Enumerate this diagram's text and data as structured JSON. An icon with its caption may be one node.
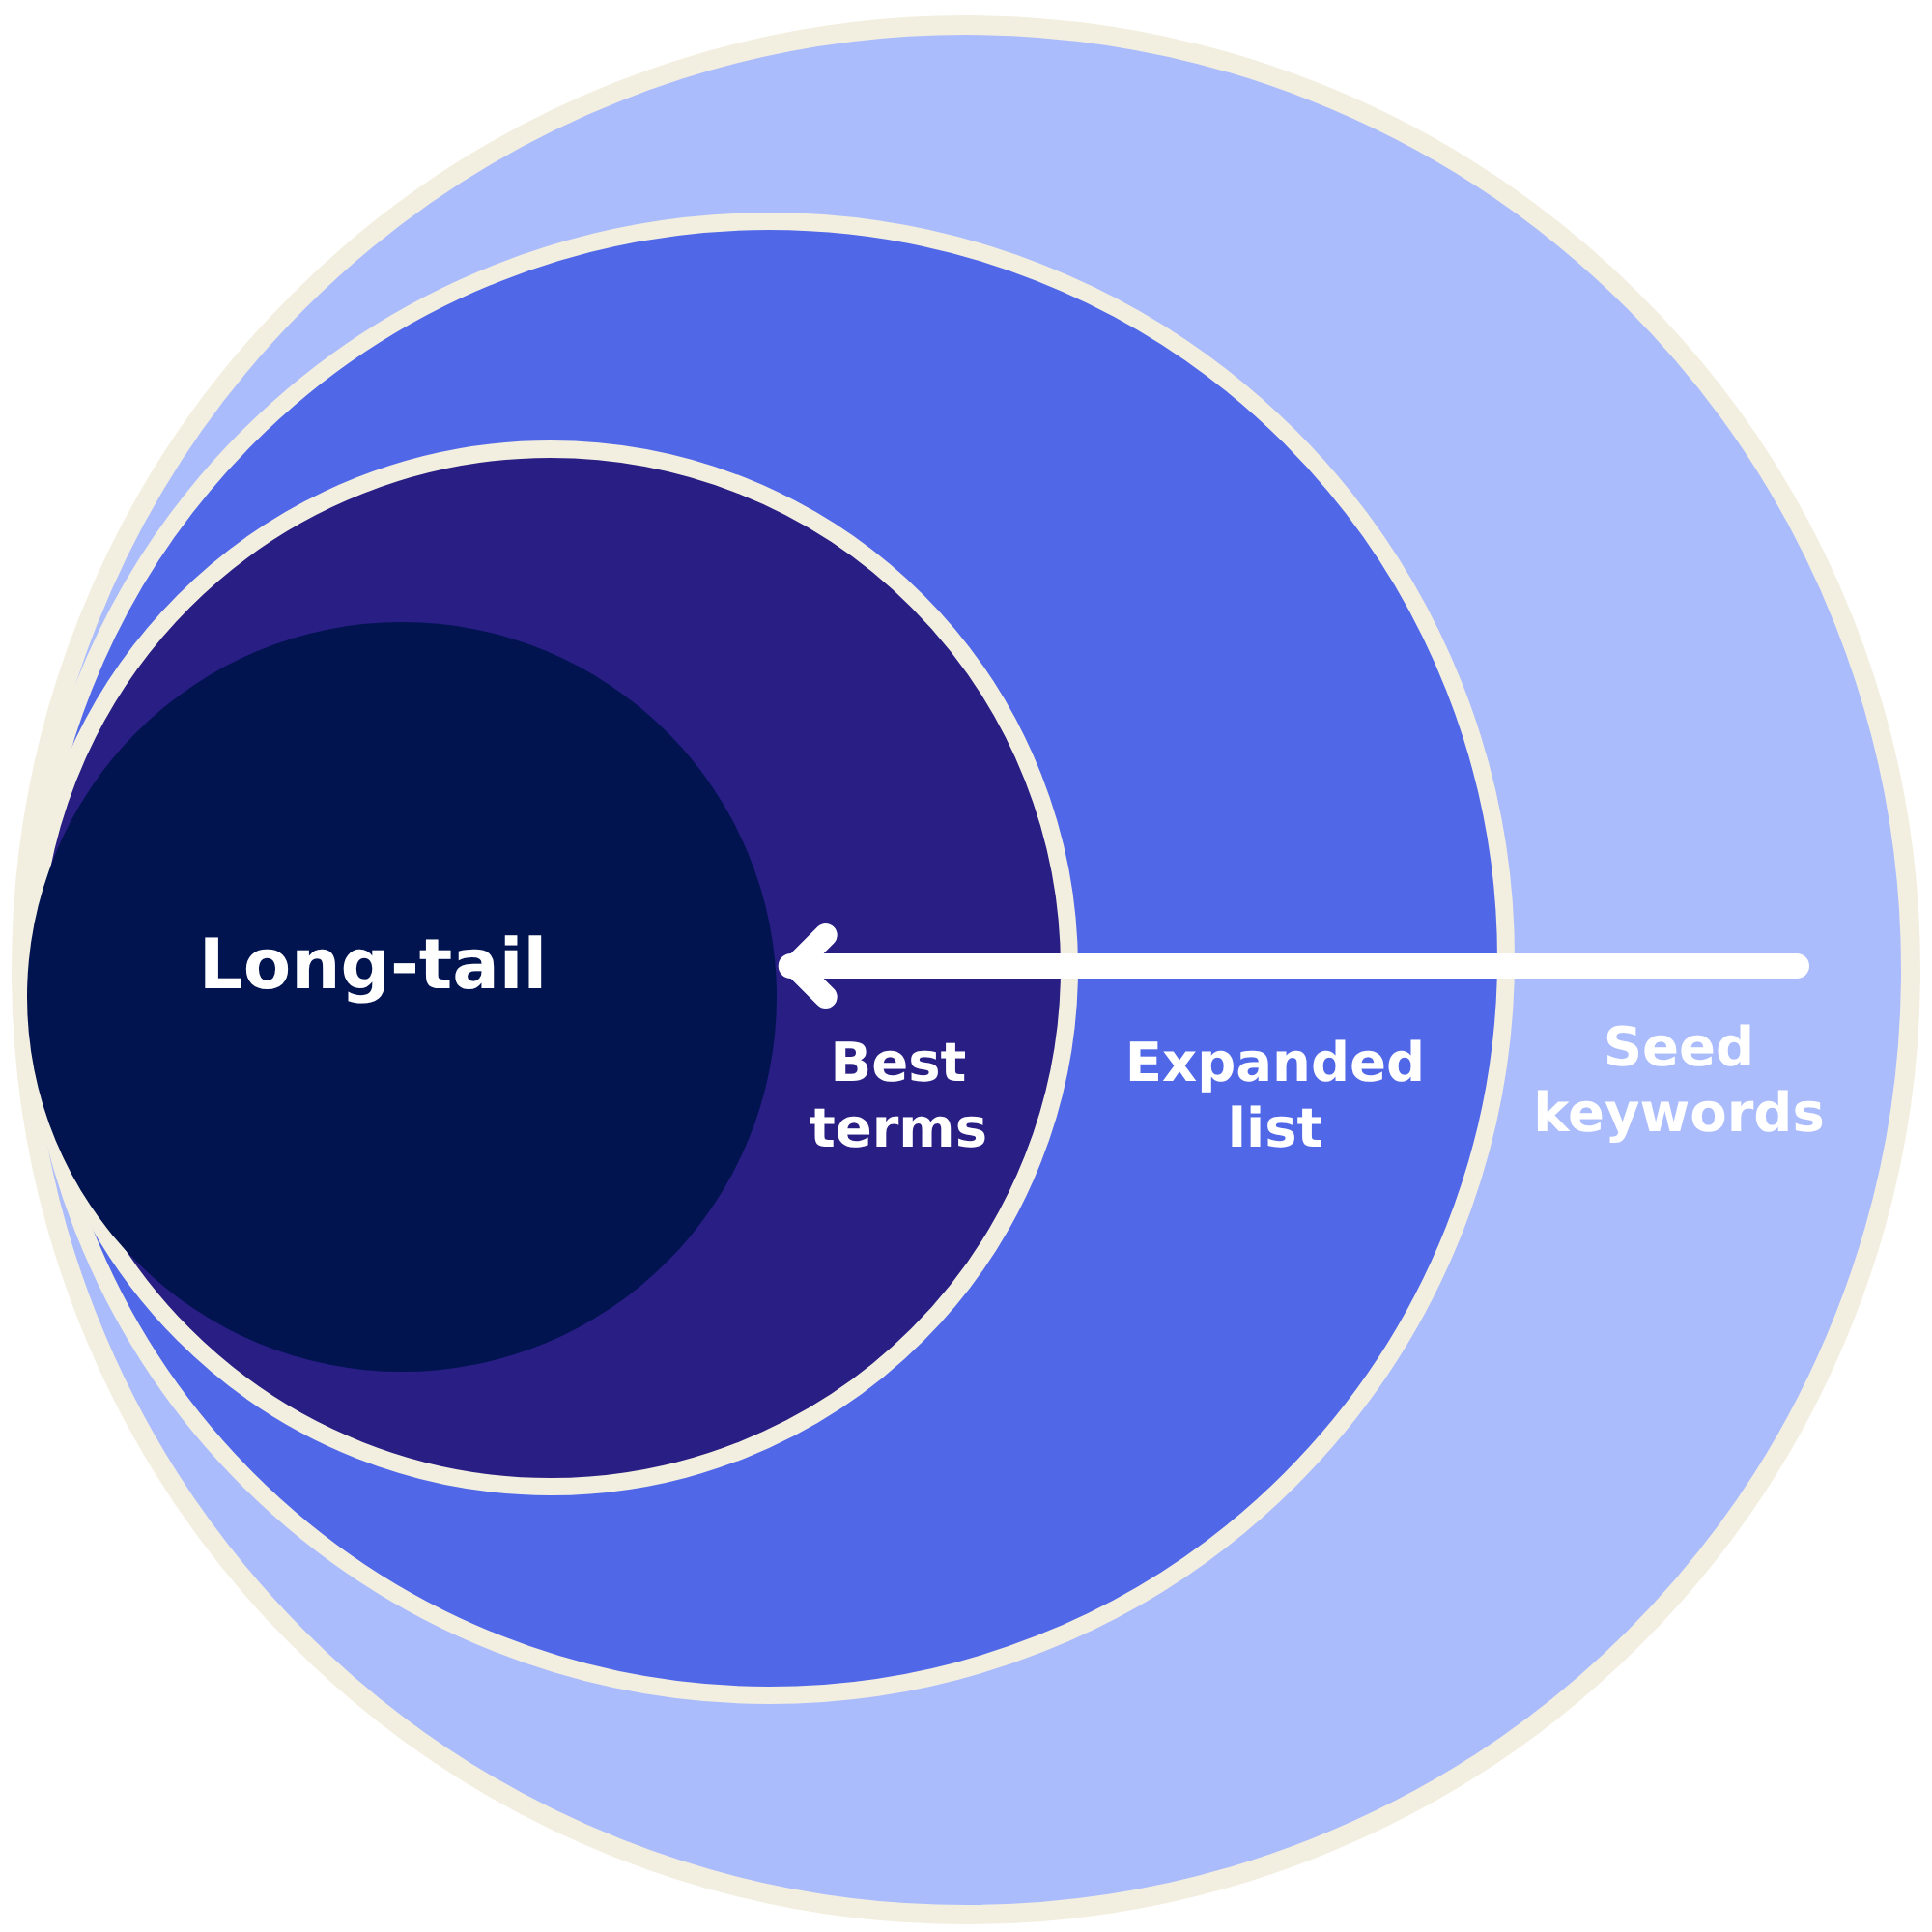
{
  "diagram": {
    "nodes": [
      {
        "text": [
          "Seed keywords"
        ]
      },
      {
        "text": [
          "Expanded list"
        ],
        "in": 0
      },
      {
        "text": [
          "Best terms"
        ],
        "in": 1
      },
      {
        "text": [
          "Long-tail"
        ],
        "in": 2
      }
    ],
    "edges": [
      {
        "from": null,
        "to": 3,
        "arrow": "to"
      }
    ]
  }
}
